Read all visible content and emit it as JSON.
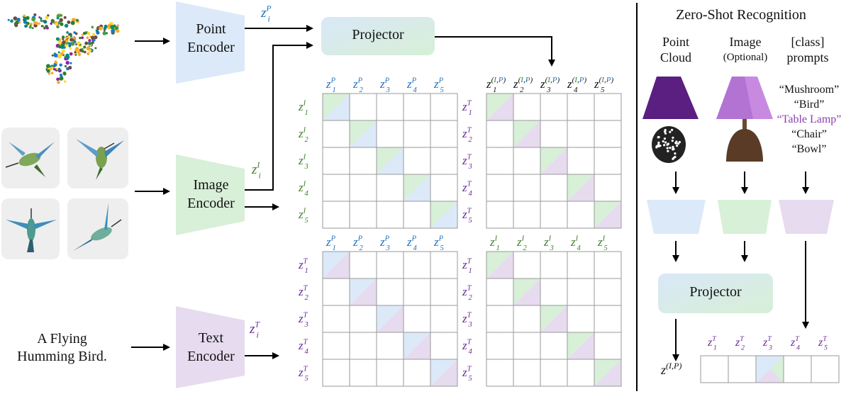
{
  "encoders": {
    "point": [
      "Point",
      "Encoder"
    ],
    "image": [
      "Image",
      "Encoder"
    ],
    "text": [
      "Text",
      "Encoder"
    ]
  },
  "projector_label": "Projector",
  "caption_text": [
    "A Flying",
    "Humming Bird."
  ],
  "zero_shot": {
    "title": "Zero-Shot Recognition",
    "col_point": [
      "Point",
      "Cloud"
    ],
    "col_image": [
      "Image",
      "(Optional)"
    ],
    "col_prompts": [
      "[class]",
      "prompts"
    ],
    "prompts": [
      "“Mushroom”",
      "“Bird”",
      "“Table Lamp”",
      "“Chair”",
      "“Bowl”"
    ],
    "highlighted_prompt_index": 2,
    "projector_label": "Projector",
    "output_symbol": "z",
    "output_superscript": "(I,P)"
  },
  "symbols": {
    "zp": {
      "base": "z",
      "sub": "i",
      "sup": "P"
    },
    "zi": {
      "base": "z",
      "sub": "i",
      "sup": "I"
    },
    "zt": {
      "base": "z",
      "sub": "i",
      "sup": "T"
    }
  },
  "matrix_indices": [
    "1",
    "2",
    "3",
    "4",
    "5"
  ],
  "colors": {
    "point_blue": "#dce9f8",
    "image_green": "#d8efd8",
    "text_purple": "#e6dbef",
    "label_blue": "#1f6fbf",
    "label_green": "#3f7f2a",
    "label_purple": "#6a2a9a",
    "lamp_purple": "#8a3fb0"
  },
  "icons": [
    "hummingbird-point-cloud",
    "hummingbird-images",
    "lamp-point-cloud",
    "lamp-image"
  ]
}
